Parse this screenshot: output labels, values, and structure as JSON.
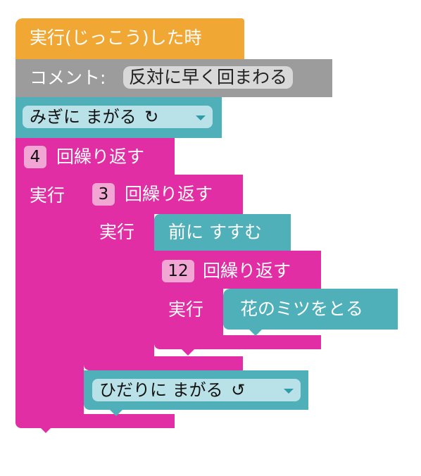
{
  "colors": {
    "event": "#f0a733",
    "comment": "#9c9c9c",
    "control": "#e12ea4",
    "motion": "#4fb0b9",
    "number_field": "#f2a6d3",
    "dropdown_field": "#b9e2e8"
  },
  "program": {
    "event_block": {
      "label": "実行(じっこう)した時"
    },
    "comment_block": {
      "label": "コメント:",
      "value": "反対に早く回まわる"
    },
    "turn_right": {
      "label": "みぎに まがる",
      "icon": "turn-clockwise-icon",
      "icon_glyph": "↻"
    },
    "repeat_outer": {
      "count": "4",
      "label": "回繰り返す",
      "do_label": "実行"
    },
    "repeat_middle": {
      "count": "3",
      "label": "回繰り返す",
      "do_label": "実行"
    },
    "move_forward": {
      "label": "前に すすむ"
    },
    "repeat_inner": {
      "count": "12",
      "label": "回繰り返す",
      "do_label": "実行"
    },
    "get_nectar": {
      "label": "花のミツをとる"
    },
    "turn_left": {
      "label": "ひだりに まがる",
      "icon": "turn-counterclockwise-icon",
      "icon_glyph": "↺"
    }
  }
}
